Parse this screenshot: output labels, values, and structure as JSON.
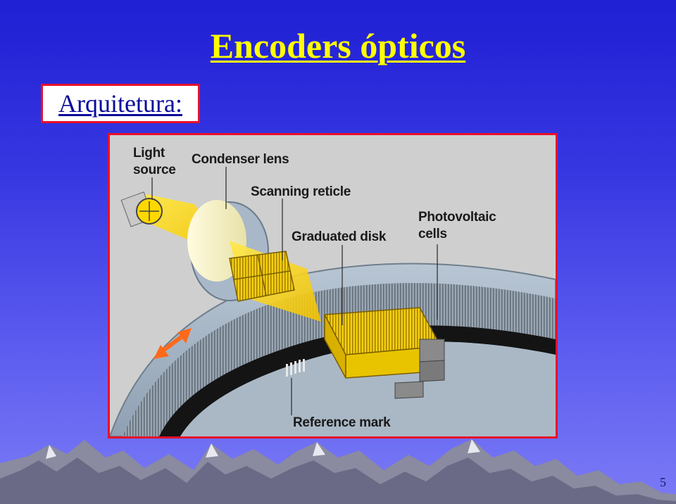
{
  "slide": {
    "title": "Encoders ópticos",
    "section_label": "Arquitetura:",
    "page_number": "5"
  },
  "figure": {
    "labels": {
      "light_source_line1": "Light",
      "light_source_line2": "source",
      "condenser_lens": "Condenser lens",
      "scanning_reticle": "Scanning reticle",
      "graduated_disk": "Graduated disk",
      "photovoltaic_line1": "Photovoltaic",
      "photovoltaic_line2": "cells",
      "reference_mark": "Reference mark"
    }
  },
  "colors": {
    "background_top": "#1f1fd4",
    "title": "#ffff00",
    "frame_border": "#e8102a",
    "section_text": "#0a0a9a"
  }
}
